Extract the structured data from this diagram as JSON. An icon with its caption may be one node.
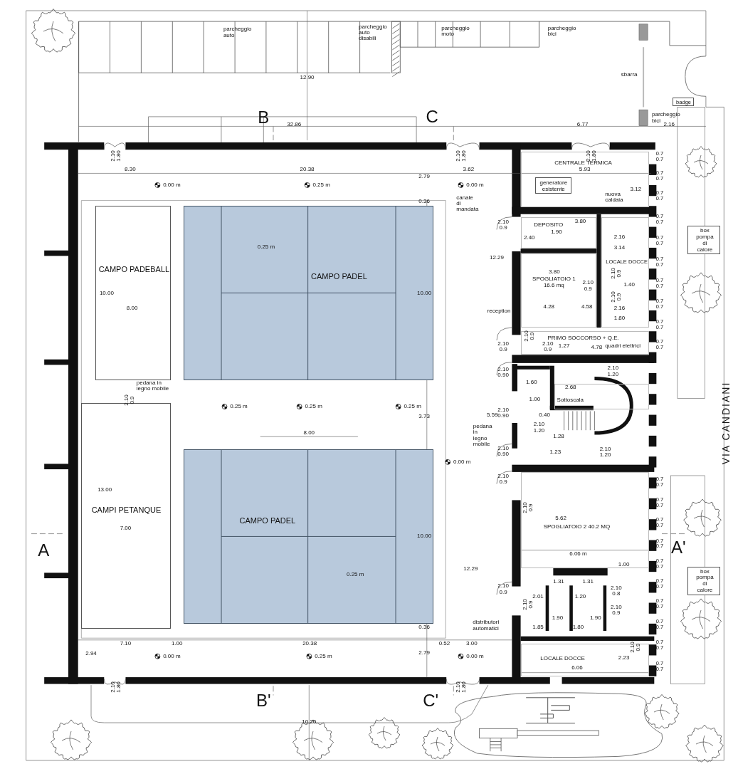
{
  "diagram": {
    "nodes": [
      {
        "text": [
          "CAMPO PADEBALL"
        ]
      },
      {
        "text": [
          "CAMPO PADEL"
        ]
      },
      {
        "text": [
          "CAMPO PADEL"
        ]
      },
      {
        "text": [
          "CAMPI PETANQUE"
        ]
      },
      {
        "text": [
          "CENTRALE TERMICA"
        ]
      },
      {
        "text": [
          "DEPOSITO"
        ]
      },
      {
        "text": [
          "LOCALE DOCCE"
        ]
      },
      {
        "text": [
          "SPOGLIATOIO 1 16.6 mq"
        ]
      },
      {
        "text": [
          "PRIMO SOCCORSO + Q.E."
        ]
      },
      {
        "text": [
          "Sottoscala"
        ]
      },
      {
        "text": [
          "SPOGLIATOIO 2 40.2 MQ"
        ]
      },
      {
        "text": [
          "LOCALE DOCCE"
        ]
      },
      {
        "text": [
          "box pompa di calore"
        ]
      },
      {
        "text": [
          "box pompa di calore"
        ]
      },
      {
        "text": [
          "generatore esistente"
        ],
        "in": 4
      },
      {
        "text": [
          "badge"
        ]
      }
    ],
    "labels": [
      "parcheggio auto",
      "parcheggio auto disabili",
      "parcheggio moto",
      "parcheggio bici",
      "12.90",
      "sbarra",
      "B",
      "32.86",
      "C",
      "6.77",
      "parcheggio bici",
      "2.16",
      "2.10 1.80",
      "2.10 1.80",
      "2.10 1.80",
      "8.30",
      "20.38",
      "3.62",
      "5.93",
      "2.79",
      "0.00 m",
      "0.25 m",
      "0.00 m",
      "canale di mandata",
      "nuova caldaia",
      "3.12",
      "0.36",
      "2.10 0.9",
      "3.80",
      "1.90",
      "2.40",
      "2.16",
      "0.25 m",
      "3.14",
      "12.29",
      "3.80",
      "2.10 0.9",
      "2.10 0.9",
      "1.40",
      "2.10 0.9",
      "10.00",
      "8.00",
      "10.00",
      "reception",
      "4.28",
      "4.58",
      "2.16",
      "1.80",
      "2.10 0.9",
      "1.27",
      "2.10 0.9",
      "2.10 0.9",
      "4.78",
      "quadri elettrici",
      "2.10 0.90",
      "2.10 1.20",
      "1.60",
      "2.68",
      "pedana in legno mobile",
      "2.10 0.9",
      "1.00",
      "0.25 m",
      "0.25 m",
      "0.25 m",
      "3.73",
      "5.59",
      "2.10 0.90",
      "0.40",
      "pedana in legno mobile",
      "2.10 1.20",
      "1.28",
      "8.00",
      "1.23",
      "2.10 0.90",
      "2.10 1.20",
      "0.00 m",
      "VIA CANDIANI",
      "2.10 0.9",
      "13.00",
      "2.10 0.9",
      "5.62",
      "7.00",
      "A",
      "10.00",
      "A'",
      "6.06 m",
      "12.29",
      "1.00",
      "0.25 m",
      "1.31",
      "1.31",
      "2.10 0.9",
      "2.10 0.8",
      "2.01",
      "1.20",
      "2.10 0.9",
      "2.10 0.9",
      "1.90",
      "1.90",
      "1.85",
      "1.80",
      "distributori automatici",
      "0.36",
      "2.10 0.9",
      "7.10",
      "1.00",
      "20.38",
      "0.52",
      "3.00",
      "2.94",
      "2.79",
      "0.00 m",
      "0.25 m",
      "0.00 m",
      "2.23",
      "6.06",
      "2.10 1.80",
      "2.10 1.80",
      "B'",
      "C'",
      "10.20",
      "0.7 0.7",
      "0.7 0.7",
      "0.7 0.7",
      "0.7 0.7",
      "0.7 0.7",
      "0.7 0.7",
      "0.7 0.7",
      "0.7 0.7",
      "0.7 0.7",
      "0.7 0.7",
      "0.7 0.7",
      "0.7 0.7",
      "0.7 0.7",
      "0.7 0.7",
      "0.7 0.7",
      "0.7 0.7",
      "0.7 0.7",
      "0.7 0.7",
      "0.7 0.7",
      "0.7 0.7"
    ]
  }
}
